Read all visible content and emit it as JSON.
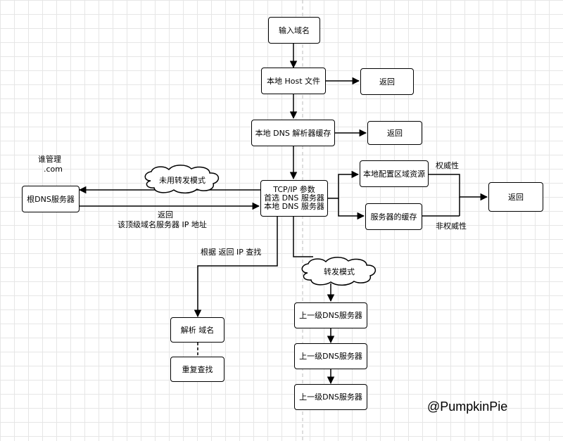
{
  "nodes": {
    "input_domain": "输入域名",
    "local_host": "本地 Host 文件",
    "return1": "返回",
    "local_dns_cache": "本地 DNS 解析器缓存",
    "return2": "返回",
    "tcpip_line1": "TCP/IP 参数",
    "tcpip_line2": "首选 DNS 服务器",
    "tcpip_line3": "本地 DNS 服务器",
    "local_zone": "本地配置区域资源",
    "server_cache": "服务器的缓存",
    "return3": "返回",
    "root_dns": "根DNS服务器",
    "resolve_domain": "解析 域名",
    "repeat_lookup": "重复查找",
    "upper_dns_1": "上一级DNS服务器",
    "upper_dns_2": "上一级DNS服务器",
    "upper_dns_3": "上一级DNS服务器"
  },
  "labels": {
    "authoritative": "权威性",
    "non_authoritative": "非权威性",
    "root_line1": "谁管理",
    "root_line2": ".com",
    "return_tld_line1": "返回",
    "return_tld_line2": "该顶级域名服务器 IP 地址",
    "by_returned_ip": "根据 返回 IP 查找"
  },
  "clouds": {
    "no_forward": "未用转发模式",
    "forward": "转发模式"
  },
  "watermark": "@PumpkinPie"
}
